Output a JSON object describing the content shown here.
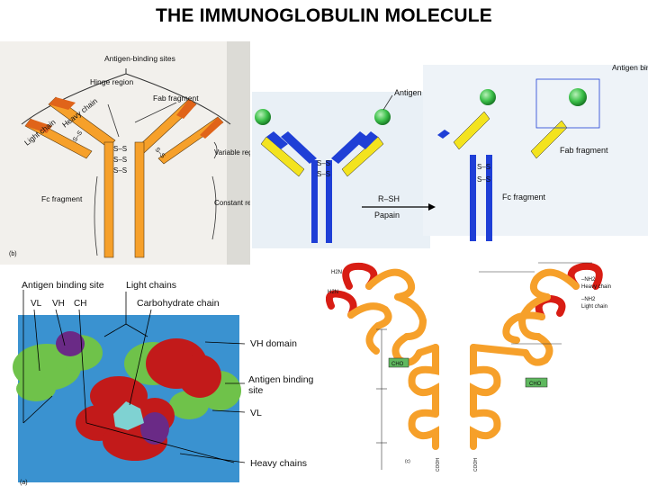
{
  "title": "THE IMMUNOGLOBULIN MOLECULE",
  "panel_a": {
    "antigen_binding_sites": "Antigen-binding sites",
    "hinge_region": "Hinge region",
    "fab_fragment": "Fab fragment",
    "heavy_chain": "Heavy chain",
    "light_chain": "Light chain",
    "fc_fragment": "Fc fragment",
    "variable_region": "Variable region",
    "constant_region": "Constant region",
    "ss": "S–S",
    "panel_letter": "(b)"
  },
  "panel_b": {
    "antigen": "Antigen",
    "antigen_binding_site": "Antigen binding site",
    "fab_fragment": "Fab fragment",
    "fc_fragment": "Fc fragment",
    "reagent": "R–SH",
    "enzyme": "Papain",
    "ss": "S–S"
  },
  "panel_c": {
    "antigen_binding_site": "Antigen binding site",
    "light_chains": "Light chains",
    "carbohydrate_chain": "Carbohydrate chain",
    "vl": "VL",
    "vh": "VH",
    "ch": "CH",
    "vh_domain": "VH domain",
    "antigen_binding_site_right": "Antigen binding site",
    "vl_right": "VL",
    "heavy_chains": "Heavy chains",
    "panel_letter": "(a)"
  },
  "panel_d": {
    "cho": "CHO",
    "heavy_chain": "Heavy chain",
    "light_chain": "Light chain",
    "h2n": "H2N",
    "nh2": "–NH2",
    "cooh": "COOH",
    "panel_letter": "(c)"
  },
  "colors": {
    "heavy_orange": "#f6a02a",
    "variable_dark_orange": "#e0641a",
    "blue_chain": "#1f3fd6",
    "yellow_chain": "#f3e31f",
    "antigen_green": "#3cc04a",
    "red_domain": "#d81d14",
    "space_blue": "#3a92d0",
    "space_green": "#6fc24a",
    "space_red": "#c21a1a",
    "space_purple": "#6a2a86",
    "cho_green": "#5fb85f"
  }
}
